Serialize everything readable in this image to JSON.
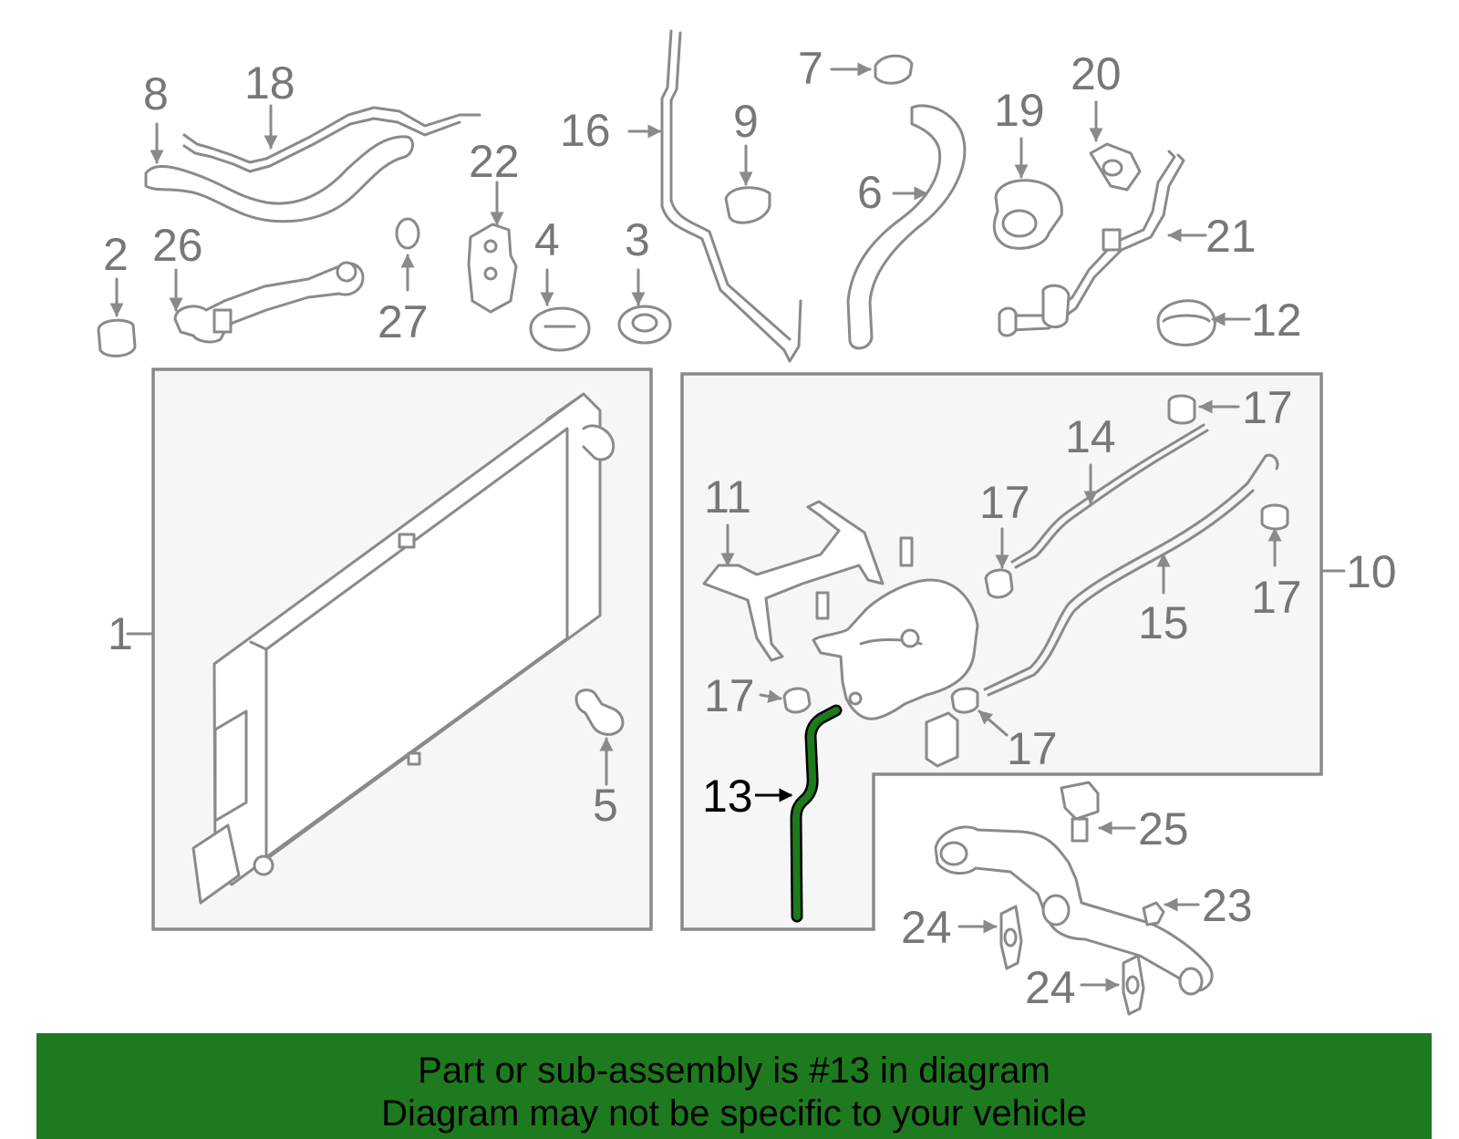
{
  "callouts": {
    "c1": "1",
    "c2": "2",
    "c3": "3",
    "c4": "4",
    "c5": "5",
    "c6": "6",
    "c7": "7",
    "c8": "8",
    "c9": "9",
    "c10": "10",
    "c11": "11",
    "c12": "12",
    "c13": "13",
    "c14": "14",
    "c15": "15",
    "c16": "16",
    "c17a": "17",
    "c17b": "17",
    "c17c": "17",
    "c17d": "17",
    "c17e": "17",
    "c18": "18",
    "c19": "19",
    "c20": "20",
    "c21": "21",
    "c22": "22",
    "c23": "23",
    "c24a": "24",
    "c24b": "24",
    "c25": "25",
    "c26": "26",
    "c27": "27"
  },
  "banner": {
    "line1": "Part or sub-assembly is #13 in diagram",
    "line2": "Diagram may not be specific to your vehicle"
  },
  "colors": {
    "highlight_part": "#1e7a1e",
    "banner_bg": "#1e7a1e",
    "line": "#8a8a8a",
    "callout_text": "#777777"
  },
  "icons": {
    "arrowhead": "arrow-icon"
  }
}
